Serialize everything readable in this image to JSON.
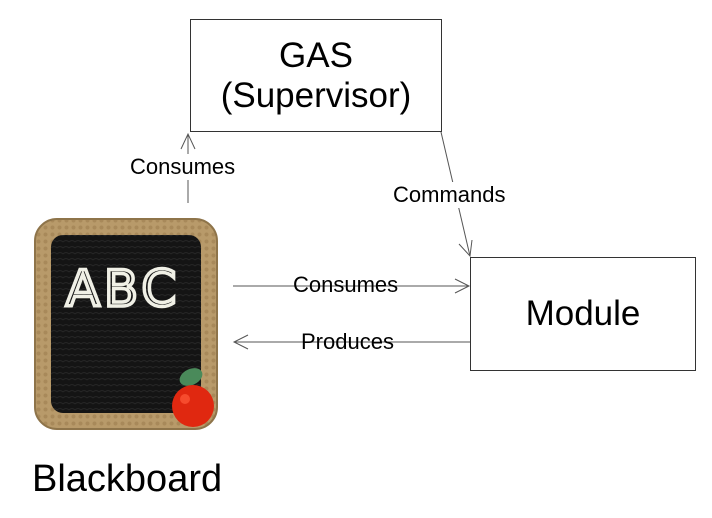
{
  "supervisor": {
    "title": "GAS",
    "subtitle": "(Supervisor)"
  },
  "module": {
    "label": "Module"
  },
  "blackboard": {
    "caption": "Blackboard",
    "board_text": "ABC",
    "icon": "crochet-chalkboard-with-apple"
  },
  "edges": {
    "blackboard_to_gas": "Consumes",
    "gas_to_module": "Commands",
    "blackboard_to_module": "Consumes",
    "module_to_blackboard": "Produces"
  },
  "colors": {
    "board_frame": "#b89a6a",
    "board_surface": "#141414",
    "chalk": "#f0f0e6",
    "apple": "#e02810",
    "leaf": "#4a8a5a"
  }
}
